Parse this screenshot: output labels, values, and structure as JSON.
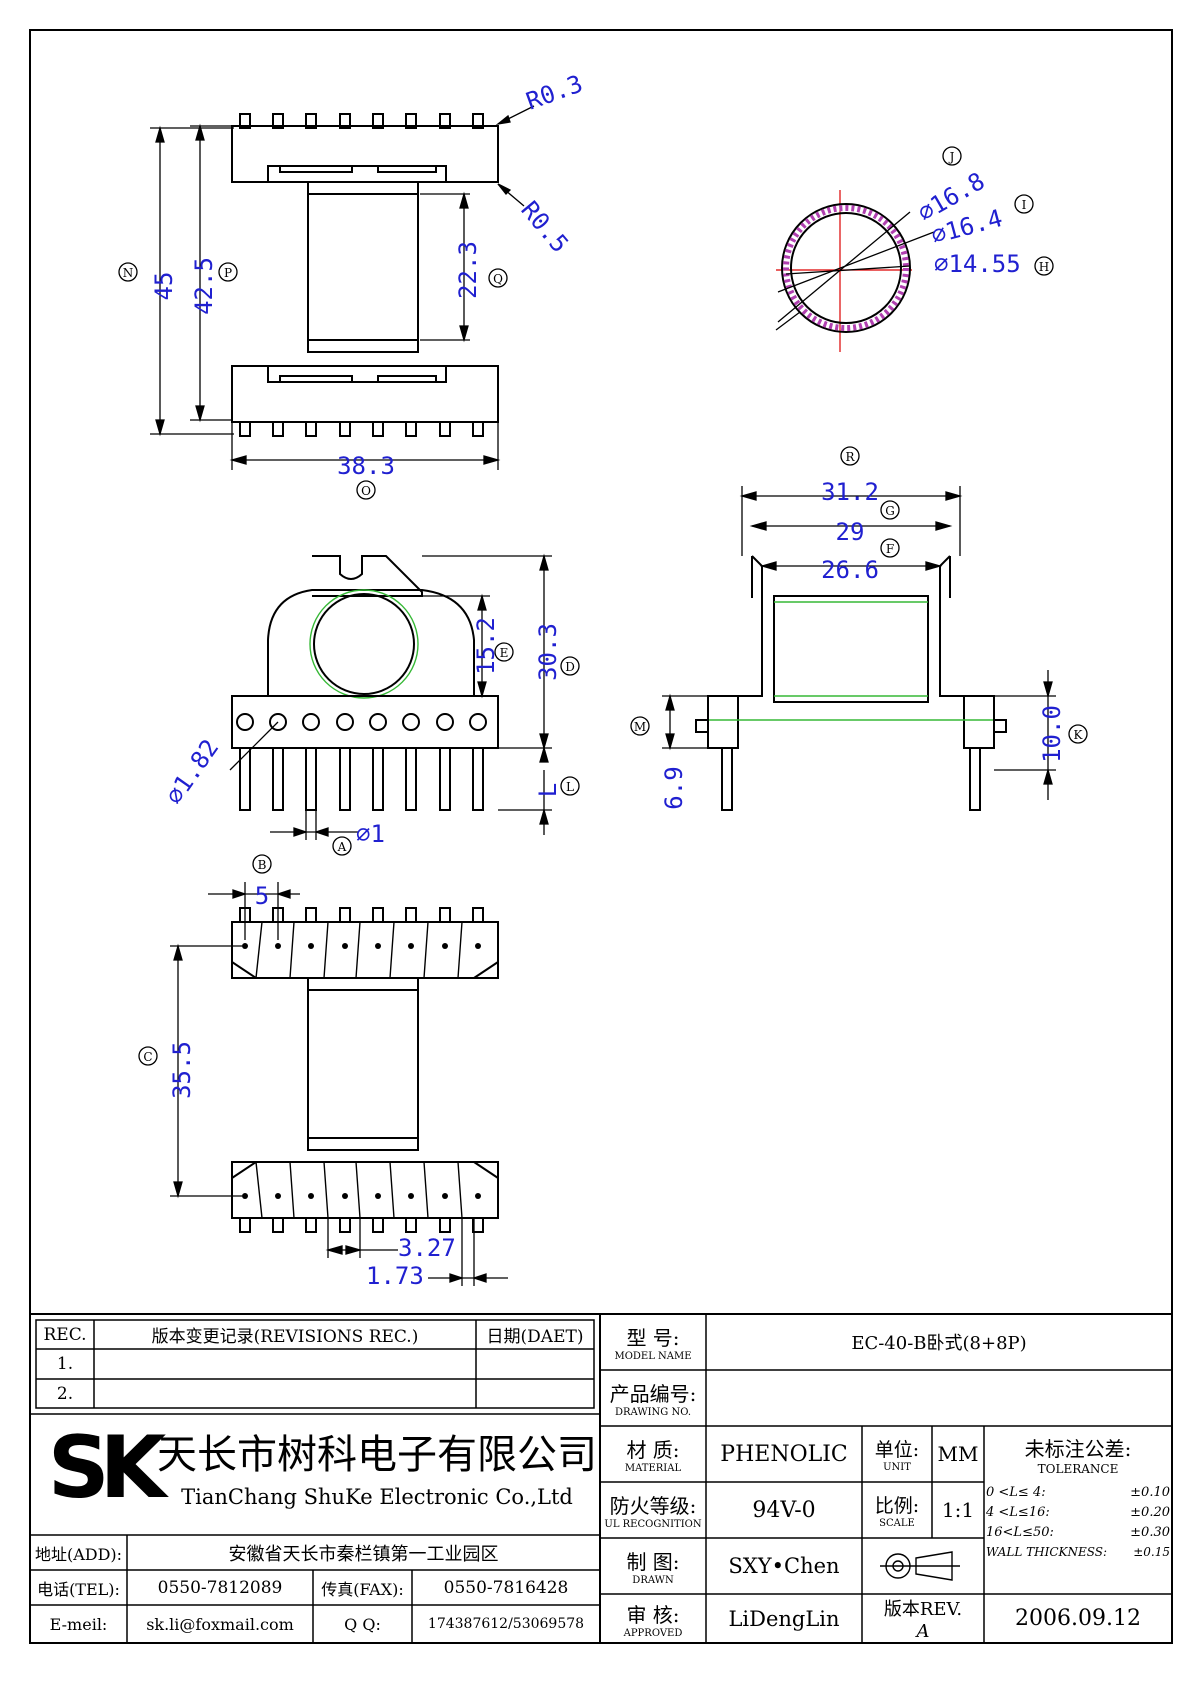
{
  "dimensions": {
    "n": "45",
    "p": "42.5",
    "q": "22.3",
    "o": "38.3",
    "r03": "R0.3",
    "r05": "R0.5",
    "j": "⌀16.8",
    "i": "⌀16.4",
    "h": "⌀14.55",
    "d": "30.3",
    "e": "15.2",
    "l": "L",
    "dia182": "⌀1.82",
    "a": "⌀1",
    "r": "31.2",
    "g": "29",
    "f": "26.6",
    "m": "6.9",
    "k": "10.0",
    "b": "5",
    "c": "35.5",
    "pitch": "3.27",
    "w": "1.73"
  },
  "circled_labels": {
    "N": "N",
    "P": "P",
    "Q": "Q",
    "O": "O",
    "J": "J",
    "I": "I",
    "H": "H",
    "E": "E",
    "D": "D",
    "L": "L",
    "A": "A",
    "R": "R",
    "G": "G",
    "F": "F",
    "M": "M",
    "K": "K",
    "B": "B",
    "C": "C"
  },
  "title_block": {
    "rev_header": "REC.",
    "rev_title": "版本变更记录(REVISIONS REC.)",
    "date_header": "日期(DAET)",
    "rev_rows": [
      "1.",
      "2."
    ],
    "model_label_cn": "型 号:",
    "model_label_en": "MODEL NAME",
    "model_value": "EC-40-B卧式(8+8P)",
    "drawing_no_cn": "产品编号:",
    "drawing_no_en": "DRAWING NO.",
    "drawing_no_value": "",
    "logo_text": "SK",
    "company_cn": "天长市树科电子有限公司",
    "company_en": "TianChang ShuKe Electronic Co.,Ltd",
    "material_cn": "材 质:",
    "material_en": "MATERIAL",
    "material_value": "PHENOLIC",
    "unit_cn": "单位:",
    "unit_en": "UNIT",
    "unit_value": "MM",
    "ul_cn": "防火等级:",
    "ul_en": "UL RECOGNITION",
    "ul_value": "94V-0",
    "scale_cn": "比例:",
    "scale_en": "SCALE",
    "scale_value": "1:1",
    "tol_cn": "未标注公差:",
    "tol_en": "TOLERANCE",
    "tol_rows": [
      {
        "range": "0 <L≤ 4:",
        "value": "±0.10"
      },
      {
        "range": "4 <L≤16:",
        "value": "±0.20"
      },
      {
        "range": "16<L≤50:",
        "value": "±0.30"
      },
      {
        "range": "WALL THICKNESS:",
        "value": "±0.15"
      }
    ],
    "address_label": "地址(ADD):",
    "address_value": "安徽省天长市秦栏镇第一工业园区",
    "tel_label": "电话(TEL):",
    "tel_value": "0550-7812089",
    "fax_label": "传真(FAX):",
    "fax_value": "0550-7816428",
    "email_label": "E-meil:",
    "email_value": "sk.li@foxmail.com",
    "qq_label": "Q Q:",
    "qq_value": "174387612/53069578",
    "drawn_cn": "制 图:",
    "drawn_en": "DRAWN",
    "drawn_value": "SXY•Chen",
    "approved_cn": "审 核:",
    "approved_en": "APPROVED",
    "approved_value": "LiDengLin",
    "rev_label": "版本REV.",
    "rev_value": "A",
    "date_value": "2006.09.12"
  }
}
